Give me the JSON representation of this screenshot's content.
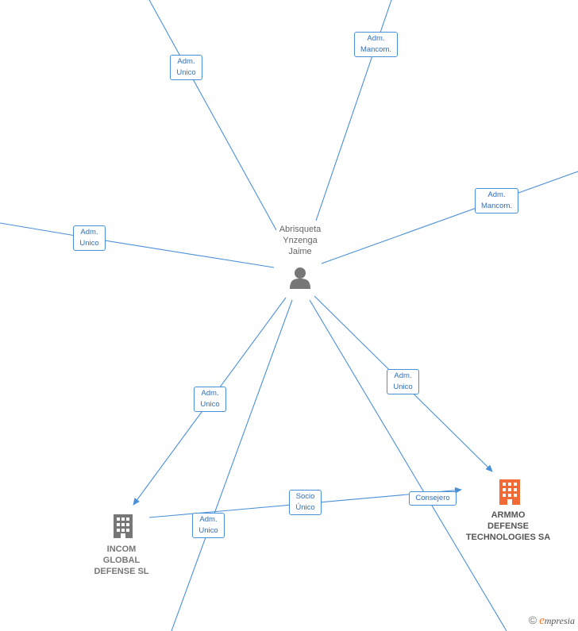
{
  "person": {
    "name_lines": [
      "Abrisqueta",
      "Ynzenga",
      "Jaime"
    ]
  },
  "companies": {
    "incom": {
      "name_lines": [
        "INCOM",
        "GLOBAL",
        "DEFENSE SL"
      ]
    },
    "armmo": {
      "name_lines": [
        "ARMMO",
        "DEFENSE",
        "TECHNOLOGIES SA"
      ]
    }
  },
  "edge_labels": {
    "top_left": [
      "Adm.",
      "Unico"
    ],
    "top_right": [
      "Adm.",
      "Mancom."
    ],
    "right": [
      "Adm.",
      "Mancom."
    ],
    "left": [
      "Adm.",
      "Unico"
    ],
    "incom": [
      "Adm.",
      "Unico"
    ],
    "armmo": [
      "Adm.",
      "Unico"
    ],
    "bottom": [
      "Adm.",
      "Unico"
    ],
    "socio": [
      "Socio",
      "Único"
    ],
    "consejero": [
      "Consejero"
    ]
  },
  "brand": {
    "copyright": "©",
    "initial": "e",
    "rest": "mpresia"
  },
  "colors": {
    "edge": "#4a90d9",
    "person_icon": "#777777",
    "company_icon": "#777777",
    "main_company_icon": "#f26a35"
  }
}
